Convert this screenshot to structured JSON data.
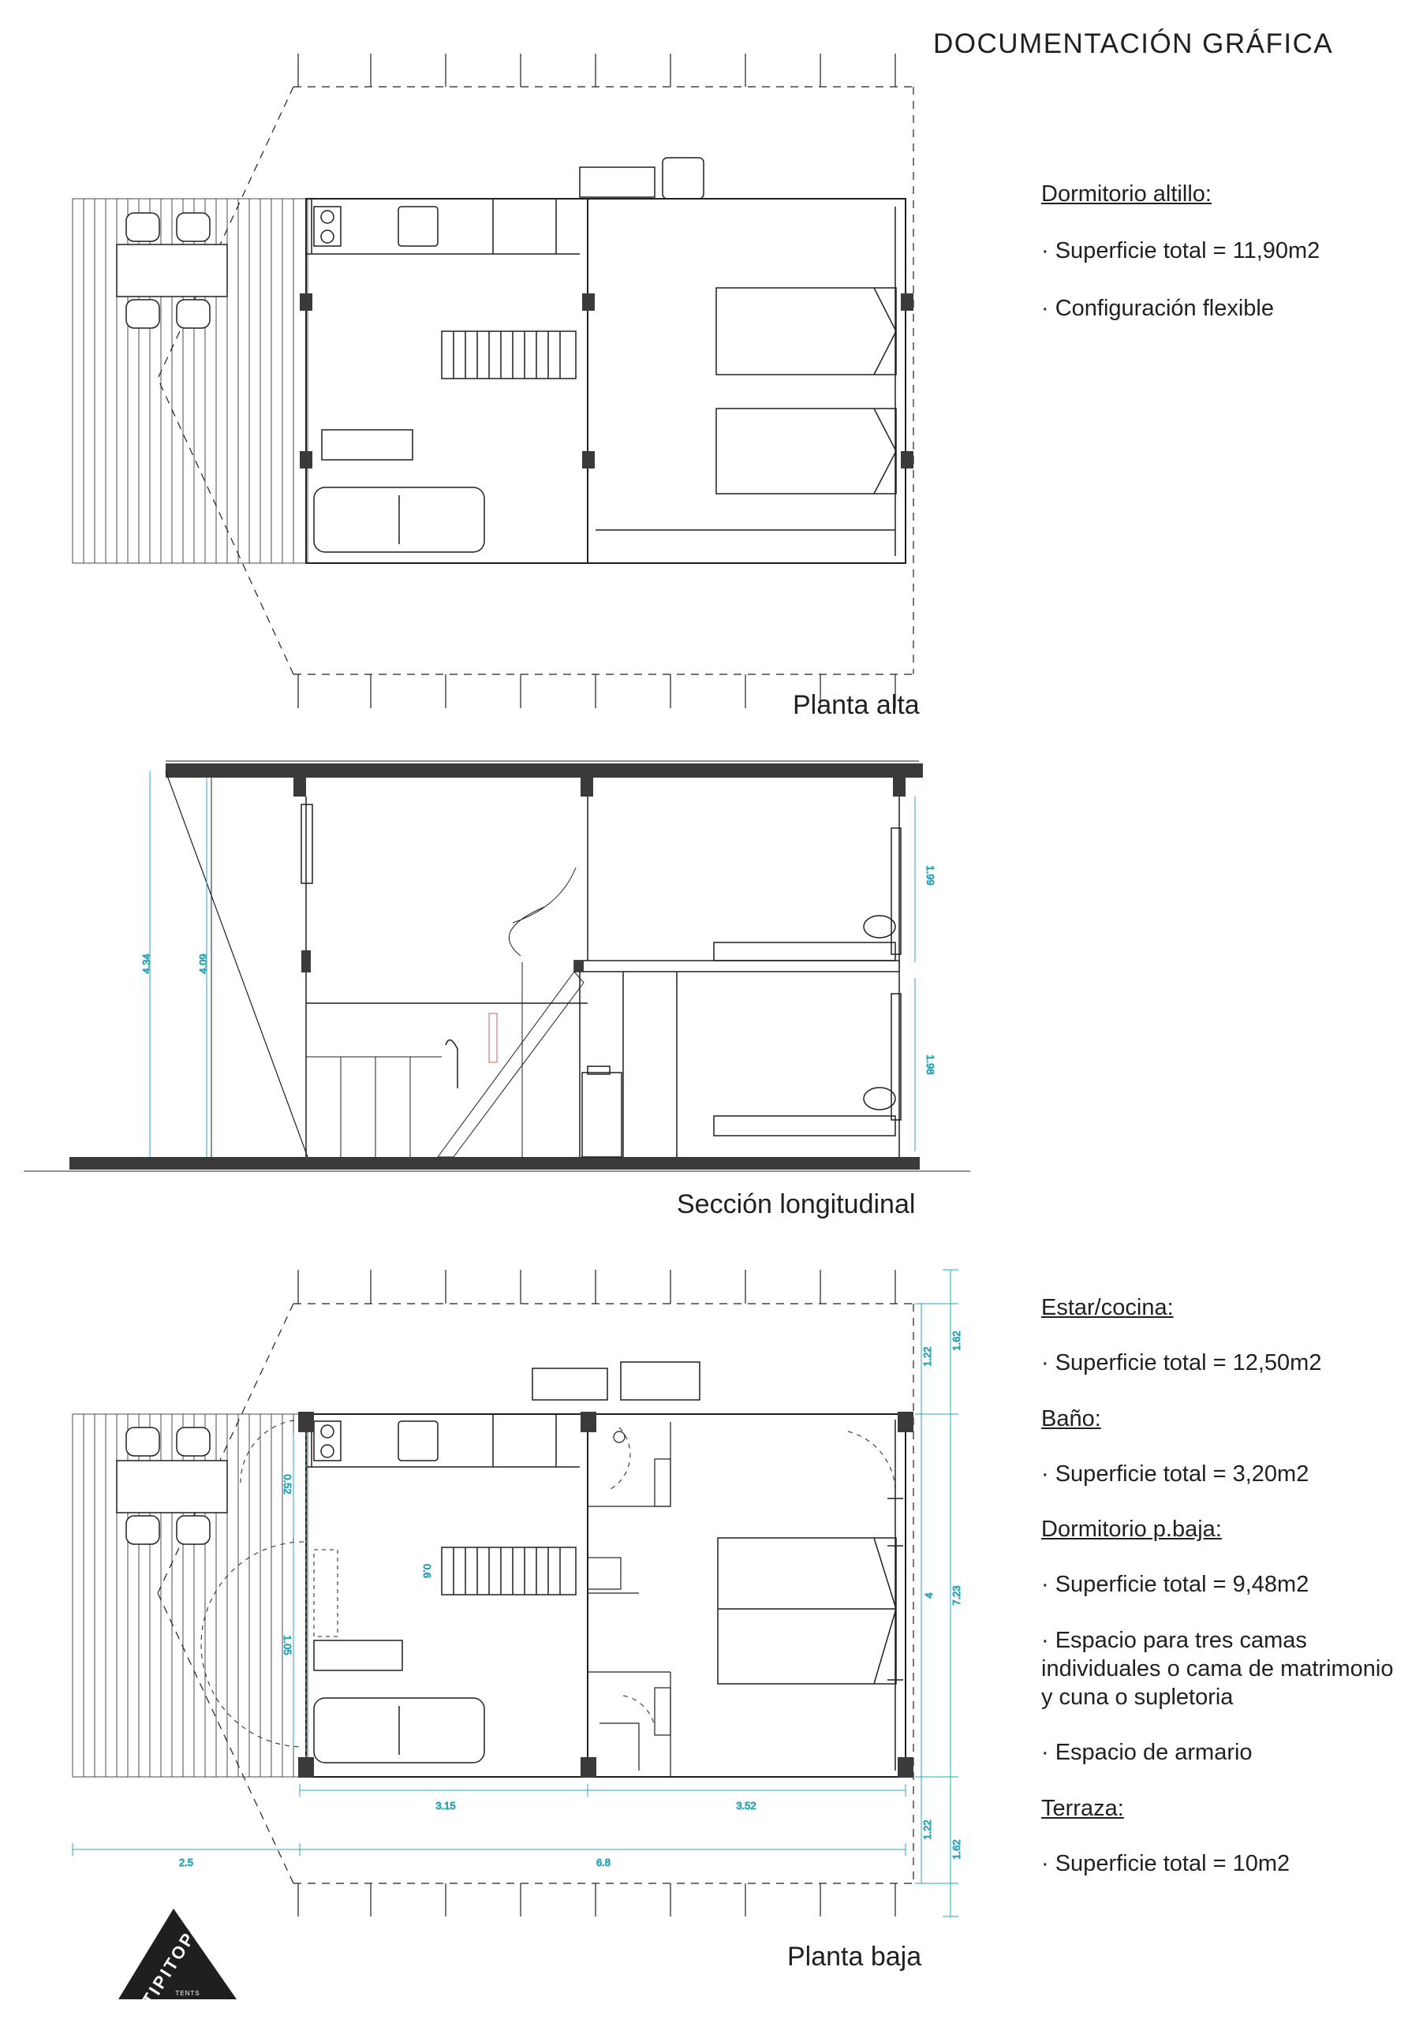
{
  "header": {
    "title": "DOCUMENTACIÓN GRÁFICA"
  },
  "captions": {
    "upper_plan": "Planta alta",
    "section": "Sección longitudinal",
    "ground_plan": "Planta baja"
  },
  "specs_upper": {
    "heading": "Dormitorio altillo:",
    "items": [
      "· Superficie total = 11,90m2",
      "· Configuración flexible"
    ]
  },
  "specs_ground": [
    {
      "heading": "Estar/cocina:",
      "items": [
        "· Superficie total = 12,50m2"
      ]
    },
    {
      "heading": "Baño:",
      "items": [
        "· Superficie total = 3,20m2"
      ]
    },
    {
      "heading": "Dormitorio p.baja:",
      "items": [
        "· Superficie total = 9,48m2",
        "· Espacio para tres camas individuales o cama de matrimonio y cuna o supletoria",
        "· Espacio de armario"
      ]
    },
    {
      "heading": "Terraza:",
      "items": [
        "· Superficie total = 10m2"
      ]
    }
  ],
  "section_dims": {
    "total_height": "4.34",
    "inner_height": "4.09",
    "window_upper": "1.99",
    "window_lower": "1.98"
  },
  "plan_dims": {
    "living_width": "3.15",
    "bedroom_width": "3.52",
    "terrace_width": "2.5",
    "total_width": "6.8",
    "front_offset": "1.62",
    "wall_offset": "1.22",
    "house_depth": "4",
    "total_depth": "7.23",
    "rear_offset": "1.22",
    "rear_total": "1.62",
    "door_upper": "0.52",
    "door_lower": "1.05",
    "stair": "0.6"
  },
  "logo": {
    "text": "TIPITOP",
    "sub": "TENTS"
  },
  "colors": {
    "line": "#231f20",
    "dimension": "#2aa4b8",
    "wall": "#3a3a3a",
    "accent": "#e05a5a"
  }
}
